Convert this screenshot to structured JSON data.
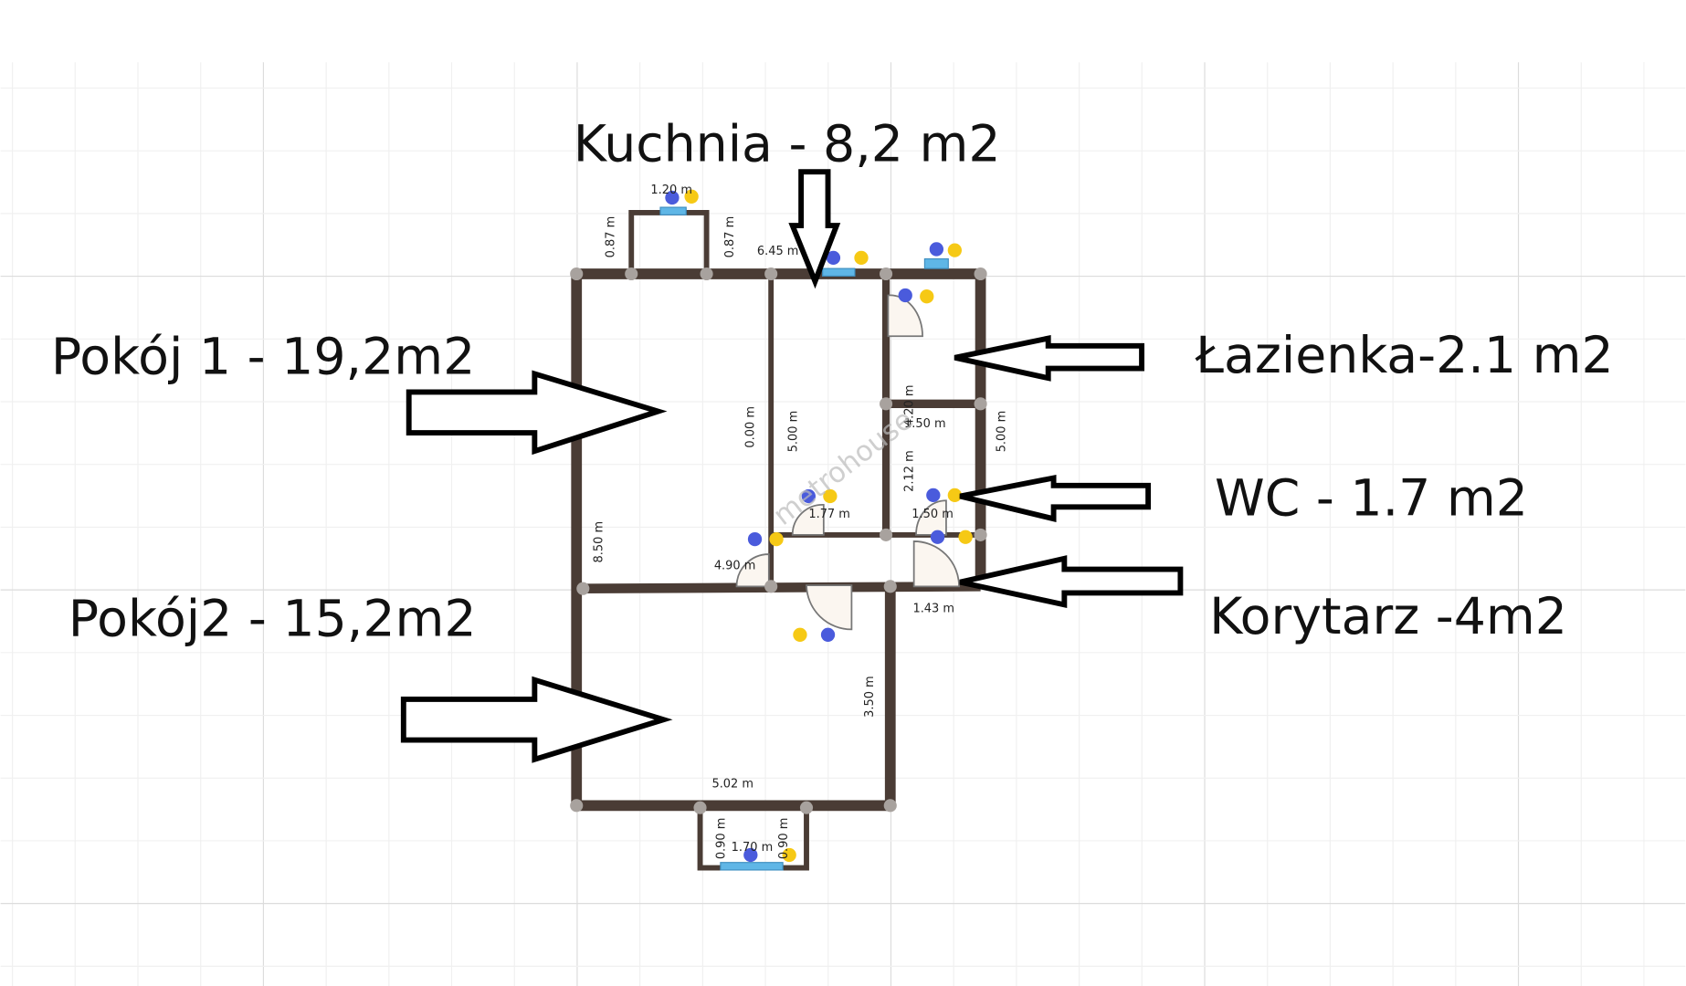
{
  "rooms": {
    "kitchen": "Kuchnia - 8,2 m2",
    "room1": "Pokój 1 - 19,2m2",
    "bathroom": "Łazienka-2.1 m2",
    "wc": "WC - 1.7 m2",
    "room2": "Pokój2 - 15,2m2",
    "corridor": "Korytarz -4m2"
  },
  "dimensions": {
    "bay_top_width": "1.20 m",
    "bay_top_left": "0.87 m",
    "bay_top_right": "0.87 m",
    "top_wall": "6.45 m",
    "inner_left": "0.00 m",
    "kitchen_height": "5.00 m",
    "right_wall": "5.00 m",
    "bath_sep": "4.20 m",
    "wc_width": "1.50 m",
    "wc_height": "2.12 m",
    "kitchen_bottom": "1.77 m",
    "wc_bottom": "1.50 m",
    "left_wall": "8.50 m",
    "room1_bottom": "4.90 m",
    "corridor_width": "1.43 m",
    "room2_right": "3.50 m",
    "room2_bottom": "5.02 m",
    "bay_bottom_width": "1.70 m",
    "bay_bottom_left": "0.90 m",
    "bay_bottom_right": "0.90 m"
  },
  "watermark": "metrohouse",
  "colors": {
    "wall": "#4a3c35",
    "grid": "#e6e6e6",
    "window": "#5fb6e6"
  }
}
